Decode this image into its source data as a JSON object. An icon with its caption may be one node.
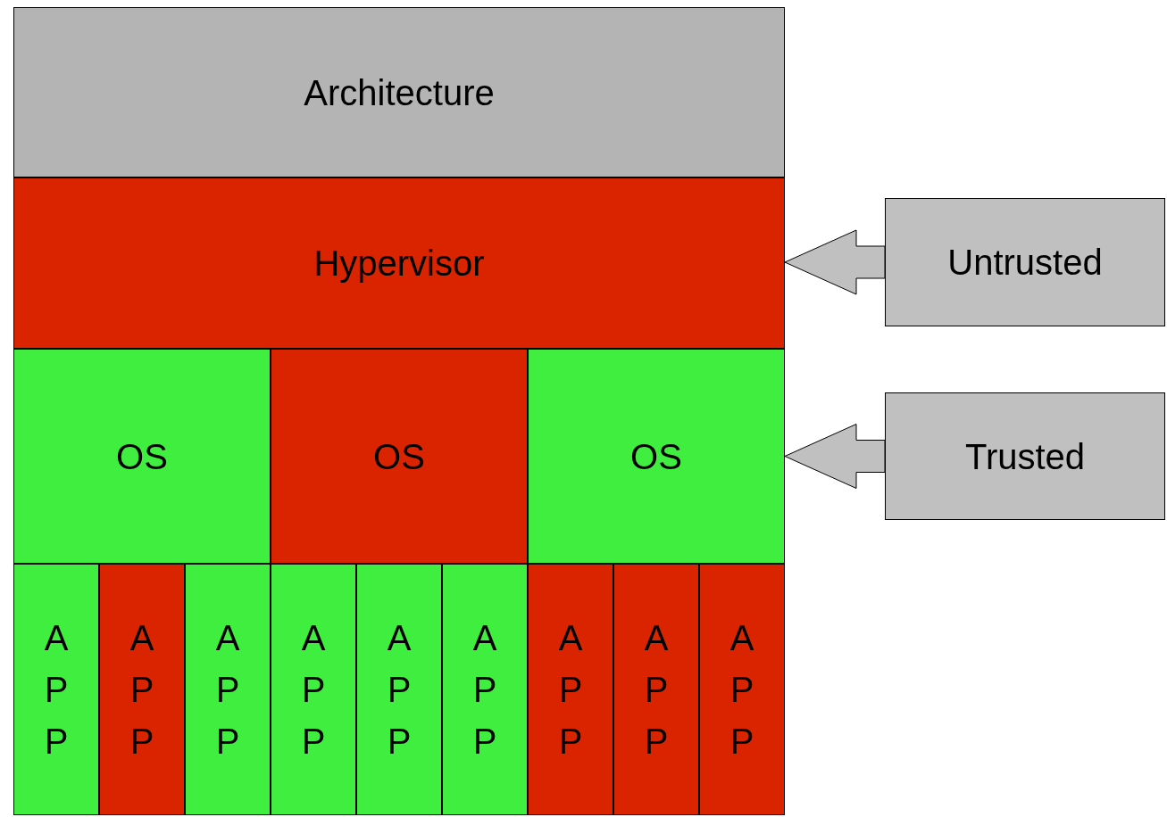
{
  "diagram": {
    "nodes": [
      {
        "text": [
          "Architecture"
        ]
      },
      {
        "text": [
          "Hypervisor"
        ]
      },
      {
        "text": [
          "OS"
        ]
      },
      {
        "text": [
          "OS"
        ]
      },
      {
        "text": [
          "OS"
        ]
      },
      {
        "text": [
          "APP"
        ]
      },
      {
        "text": [
          "APP"
        ]
      },
      {
        "text": [
          "APP"
        ]
      },
      {
        "text": [
          "APP"
        ]
      },
      {
        "text": [
          "APP"
        ]
      },
      {
        "text": [
          "APP"
        ]
      },
      {
        "text": [
          "APP"
        ]
      },
      {
        "text": [
          "APP"
        ]
      },
      {
        "text": [
          "APP"
        ]
      },
      {
        "text": [
          "Untrusted"
        ]
      },
      {
        "text": [
          "Trusted"
        ]
      }
    ],
    "edges": [
      {
        "from": 14,
        "to": 1,
        "arrow": "to"
      },
      {
        "from": 15,
        "to": 4,
        "arrow": "to"
      }
    ]
  }
}
